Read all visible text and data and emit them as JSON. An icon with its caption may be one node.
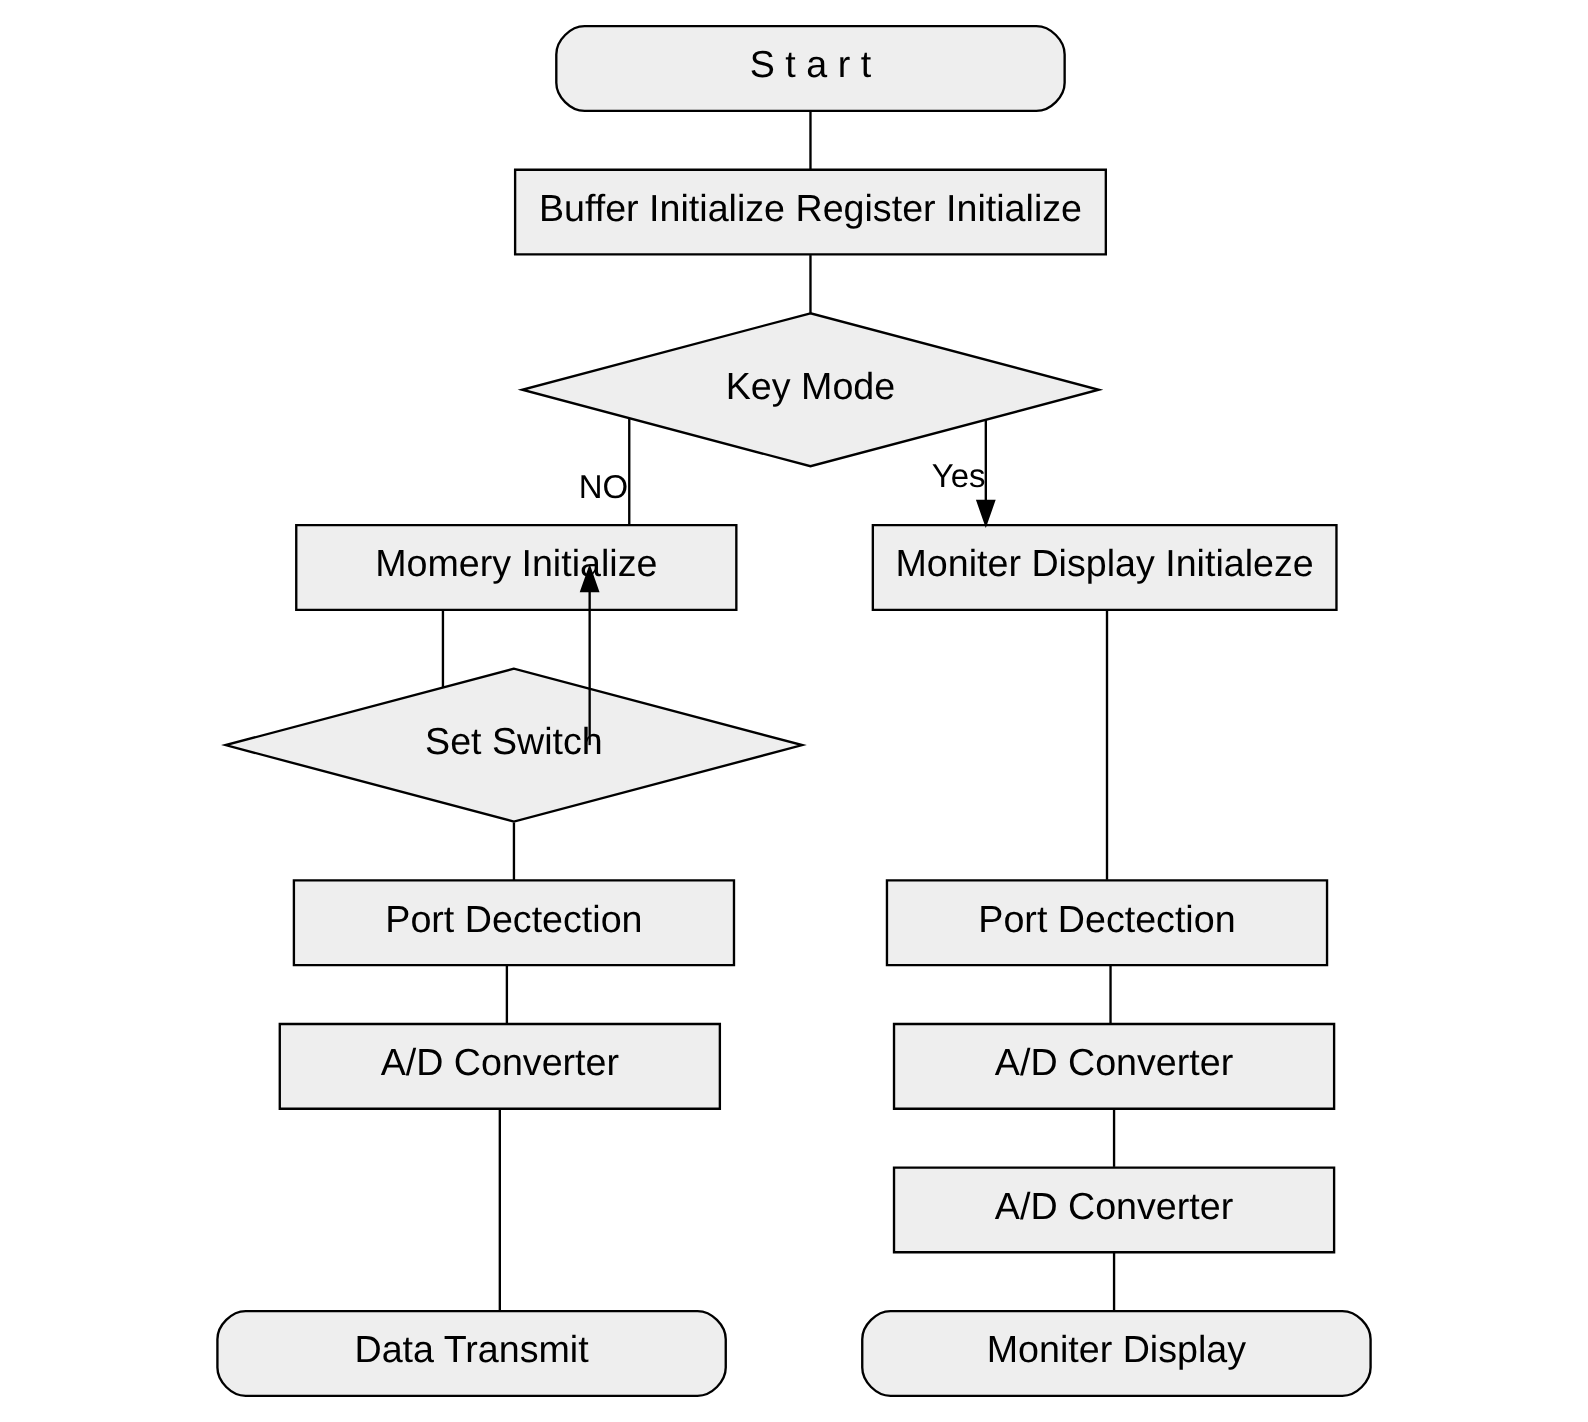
{
  "diagram": {
    "nodes": [
      {
        "text": [
          "S t a r t"
        ]
      },
      {
        "text": [
          "Buffer Initialize Register Initialize"
        ]
      },
      {
        "text": [
          "Key Mode"
        ]
      },
      {
        "text": [
          "Momery Initialize"
        ]
      },
      {
        "text": [
          "Set Switch"
        ]
      },
      {
        "text": [
          "Port Dectection"
        ]
      },
      {
        "text": [
          "A/D Converter"
        ]
      },
      {
        "text": [
          "Data Transmit"
        ]
      },
      {
        "text": [
          "Moniter Display Initialeze"
        ]
      },
      {
        "text": [
          "Port Dectection"
        ]
      },
      {
        "text": [
          "A/D Converter"
        ]
      },
      {
        "text": [
          "A/D Converter"
        ]
      },
      {
        "text": [
          "Moniter Display"
        ]
      }
    ],
    "edges": [
      {
        "from": 0,
        "to": 1,
        "arrow": "none"
      },
      {
        "from": 1,
        "to": 2,
        "arrow": "none"
      },
      {
        "from": 2,
        "to": 3,
        "arrow": "none",
        "label": "NO"
      },
      {
        "from": 2,
        "to": 8,
        "arrow": "to",
        "label": "Yes"
      },
      {
        "from": 3,
        "to": 4,
        "arrow": "none"
      },
      {
        "from": 4,
        "to": 3,
        "arrow": "to"
      },
      {
        "from": 4,
        "to": 5,
        "arrow": "none"
      },
      {
        "from": 5,
        "to": 6,
        "arrow": "none"
      },
      {
        "from": 6,
        "to": 7,
        "arrow": "none"
      },
      {
        "from": 8,
        "to": 9,
        "arrow": "none"
      },
      {
        "from": 9,
        "to": 10,
        "arrow": "none"
      },
      {
        "from": 10,
        "to": 11,
        "arrow": "none"
      },
      {
        "from": 11,
        "to": 12,
        "arrow": "none"
      }
    ]
  }
}
